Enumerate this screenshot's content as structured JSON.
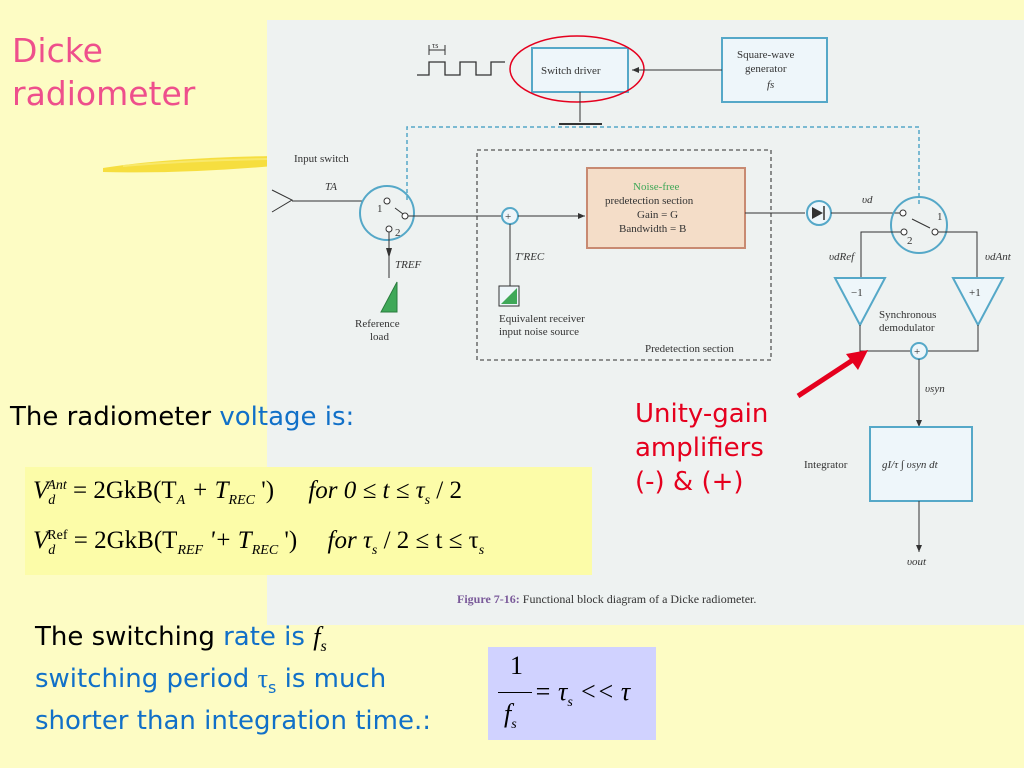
{
  "slide": {
    "title_line1": "Dicke",
    "title_line2": "radiometer",
    "voltage_text1": "The radiometer ",
    "voltage_text2": "voltage is:",
    "switching_text1": "The switching ",
    "switching_text2": "rate is ",
    "switching_fs": "f",
    "switching_fs_sub": "s",
    "period_text1": "switching ",
    "period_text2": "period ",
    "period_tau": "τ",
    "period_tau_sub": "s",
    "period_text3": " is much",
    "shorter_text": "shorter than integration time.:",
    "unity_line1": "Unity-gain",
    "unity_line2": "amplifiers",
    "unity_line3": "(-) & (+)",
    "colors": {
      "title": "#ee4f8c",
      "blue": "#1170c8",
      "red": "#e5001e",
      "background": "#fdfcc4"
    }
  },
  "equations": {
    "eq1_lhs": "V",
    "eq1_sup": "Ant",
    "eq1_sub": "d",
    "eq1_rhs": "= 2GkB(T",
    "eq1_rhs_a": "A",
    "eq1_rhs_b": " + T",
    "eq1_rhs_c": "REC",
    "eq1_rhs_d": " ')",
    "eq1_cond": "for 0 ≤ t ≤ τ",
    "eq1_cond_sub": "s",
    "eq1_cond_end": " / 2",
    "eq2_lhs": "V",
    "eq2_sup": "Ref",
    "eq2_sub": "d",
    "eq2_rhs": "= 2GkB(T",
    "eq2_rhs_a": "REF",
    "eq2_rhs_b": " '+ T",
    "eq2_rhs_c": "REC",
    "eq2_rhs_d": " ')",
    "eq2_cond": "for τ",
    "eq2_cond_sub": "s",
    "eq2_cond_mid": " / 2 ≤ t ≤ τ",
    "eq2_cond_sub2": "s",
    "period_eq_num": "1",
    "period_eq_den": "f",
    "period_eq_den_sub": "s",
    "period_eq_rhs": "= τ",
    "period_eq_rhs_sub": "s",
    "period_eq_end": " << τ"
  },
  "figure": {
    "caption_label": "Figure 7-16:",
    "caption_text": " Functional block diagram of a Dicke radiometer.",
    "labels": {
      "tau_s": "τs",
      "switch_driver": "Switch driver",
      "square_wave": "Square-wave",
      "generator": "generator",
      "fs": "fs",
      "input_switch": "Input switch",
      "ta": "TA",
      "tref": "TREF",
      "reference": "Reference",
      "load": "load",
      "trec": "T'REC",
      "equiv1": "Equivalent receiver",
      "equiv2": "input noise source",
      "predet_section": "Predetection section",
      "noise_free": "Noise-free",
      "predetection": "predetection section",
      "gain": "Gain = G",
      "bandwidth": "Bandwidth = B",
      "vd": "υd",
      "vd_ref": "υdRef",
      "vd_ant": "υdAnt",
      "minus1": "−1",
      "plus1": "+1",
      "sync1": "Synchronous",
      "sync2": "demodulator",
      "vsyn": "υsyn",
      "integrator": "Integrator",
      "integral": "gI/τ ∫ υsyn dt",
      "vout": "υout",
      "sw1": "1",
      "sw2": "2",
      "sw3": "1",
      "sw4": "2"
    }
  }
}
